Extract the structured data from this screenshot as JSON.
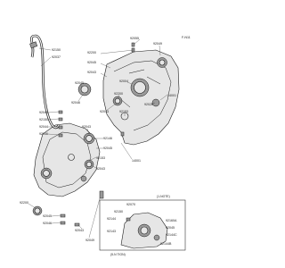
{
  "frame": "F-N11",
  "inset": {
    "header": "(1-NOTE)",
    "footer": "(5-N TION)"
  },
  "part_numbers": [
    "92055",
    "92049",
    "92150",
    "92037",
    "92200",
    "92045",
    "92043",
    "92004",
    "14001",
    "92075",
    "92153",
    "92045",
    "92046",
    "92200",
    "92043",
    "92045",
    "92150",
    "92044",
    "92046",
    "92043",
    "92146",
    "92045",
    "14001",
    "92153",
    "92043",
    "92200",
    "92045",
    "92046",
    "92043",
    "92049",
    "92150",
    "92070",
    "92144",
    "92143",
    "92160A",
    "92045",
    "92144C",
    "92144B"
  ]
}
